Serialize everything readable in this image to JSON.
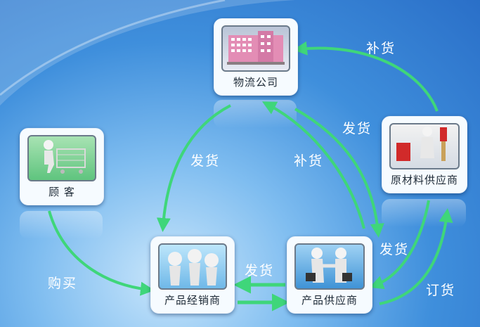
{
  "nodes": {
    "logistics": {
      "label": "物流公司"
    },
    "customer": {
      "label": "顾  客"
    },
    "raw_material": {
      "label": "原材料供应商"
    },
    "distributor": {
      "label": "产品经销商"
    },
    "product_supplier": {
      "label": "产品供应商"
    }
  },
  "edges": {
    "rm_to_logistics": "补货",
    "logistics_to_ps": "发货",
    "logistics_to_dist": "发货",
    "ps_to_logistics": "补货",
    "customer_to_dist": "购买",
    "ps_to_dist": "发货",
    "rm_to_ps": "发货",
    "ps_to_rm": "订货"
  },
  "colors": {
    "arrow": "#3fd67a",
    "background": "#3f8fdc"
  }
}
